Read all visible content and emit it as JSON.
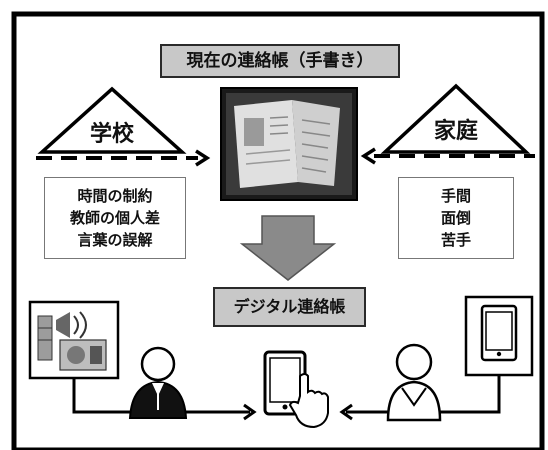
{
  "title_box": "現在の連絡帳（手書き）",
  "school": {
    "label": "学校",
    "issues": [
      "時間の制約",
      "教師の個人差",
      "言葉の誤解"
    ]
  },
  "home": {
    "label": "家庭",
    "issues": [
      "手間",
      "面倒",
      "苦手"
    ]
  },
  "digital_box": "デジタル連絡帳",
  "icons": [
    "notebook-photo-icon",
    "media-devices-icon",
    "teacher-icon",
    "smartphone-touch-icon",
    "parent-icon",
    "tablet-icon"
  ]
}
